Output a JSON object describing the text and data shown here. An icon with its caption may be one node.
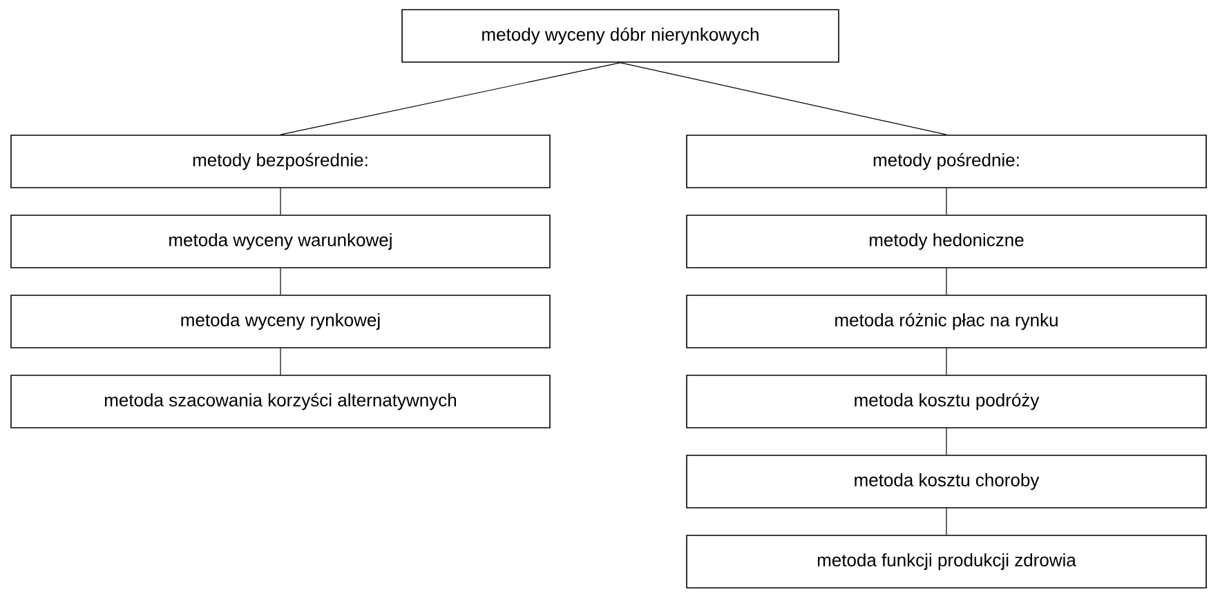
{
  "diagram": {
    "nodes": [
      {
        "text": [
          "metody wyceny dóbr nierynkowych"
        ]
      },
      {
        "text": [
          "metody bezpośrednie:"
        ]
      },
      {
        "text": [
          "metoda wyceny warunkowej"
        ]
      },
      {
        "text": [
          "metoda wyceny rynkowej"
        ]
      },
      {
        "text": [
          "metoda szacowania korzyści alternatywnych"
        ]
      },
      {
        "text": [
          "metody pośrednie:"
        ]
      },
      {
        "text": [
          "metody hedoniczne"
        ]
      },
      {
        "text": [
          "metoda różnic płac na rynku"
        ]
      },
      {
        "text": [
          "metoda kosztu podróży"
        ]
      },
      {
        "text": [
          "metoda kosztu choroby"
        ]
      },
      {
        "text": [
          "metoda funkcji produkcji zdrowia"
        ]
      }
    ],
    "edges": [
      {
        "from": 0,
        "to": 1,
        "arrow": "none"
      },
      {
        "from": 0,
        "to": 5,
        "arrow": "none"
      },
      {
        "from": 1,
        "to": 2,
        "arrow": "none"
      },
      {
        "from": 2,
        "to": 3,
        "arrow": "none"
      },
      {
        "from": 3,
        "to": 4,
        "arrow": "none"
      },
      {
        "from": 5,
        "to": 6,
        "arrow": "none"
      },
      {
        "from": 6,
        "to": 7,
        "arrow": "none"
      },
      {
        "from": 7,
        "to": 8,
        "arrow": "none"
      },
      {
        "from": 8,
        "to": 9,
        "arrow": "none"
      },
      {
        "from": 9,
        "to": 10,
        "arrow": "none"
      }
    ]
  }
}
